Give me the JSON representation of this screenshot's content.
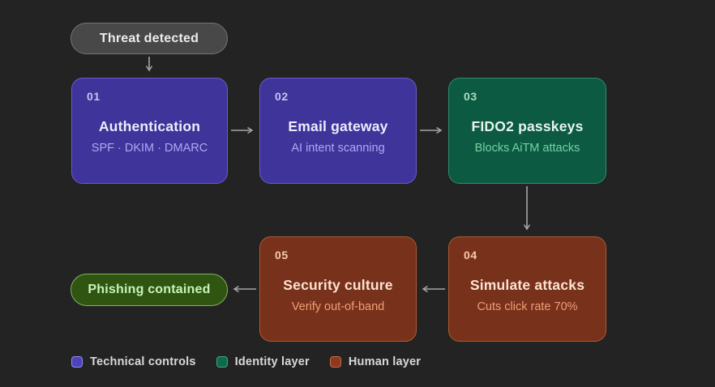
{
  "start_pill": {
    "label": "Threat detected",
    "fill": "#484848",
    "border": "#757575",
    "text_color": "#ececec"
  },
  "end_pill": {
    "label": "Phishing contained",
    "fill": "#2f5511",
    "border": "#84b163",
    "text_color": "#c9f2bb"
  },
  "nodes": [
    {
      "id": "01",
      "title": "Authentication",
      "subtitle": "SPF · DKIM · DMARC",
      "layer": "technical"
    },
    {
      "id": "02",
      "title": "Email gateway",
      "subtitle": "AI intent scanning",
      "layer": "technical"
    },
    {
      "id": "03",
      "title": "FIDO2 passkeys",
      "subtitle": "Blocks AiTM attacks",
      "layer": "identity"
    },
    {
      "id": "04",
      "title": "Simulate attacks",
      "subtitle": "Cuts click rate 70%",
      "layer": "human"
    },
    {
      "id": "05",
      "title": "Security culture",
      "subtitle": "Verify out-of-band",
      "layer": "human"
    }
  ],
  "flow_order": [
    "Threat detected",
    "01",
    "02",
    "03",
    "04",
    "05",
    "Phishing contained"
  ],
  "legend": {
    "items": [
      {
        "label": "Technical controls",
        "color": "#4d44bd"
      },
      {
        "label": "Identity layer",
        "color": "#0f6a4d"
      },
      {
        "label": "Human layer",
        "color": "#8a3a1e"
      }
    ]
  },
  "colors": {
    "background": "#232323",
    "technical_fill": "#3e3499",
    "identity_fill": "#0b5a41",
    "human_fill": "#78311a",
    "arrow": "#a6a6a6"
  }
}
